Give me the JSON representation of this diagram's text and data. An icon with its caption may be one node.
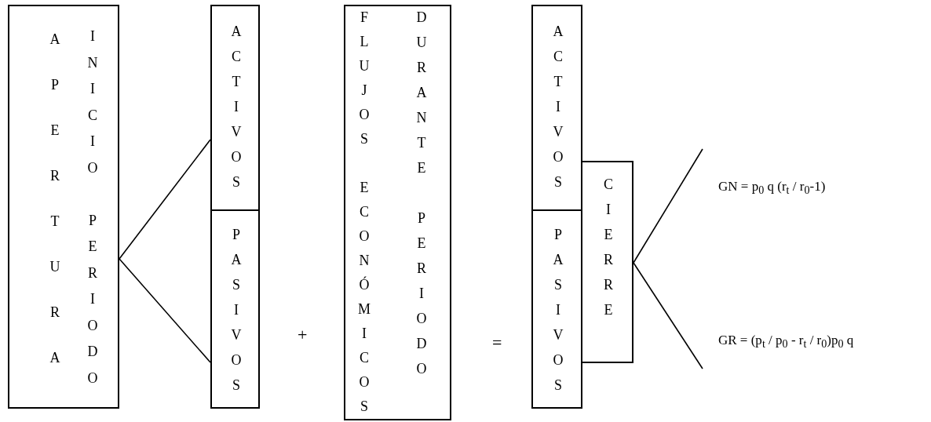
{
  "diagram": {
    "nodes": [
      {
        "text": [
          "APERTURA",
          "INICIO PERIODO"
        ]
      },
      {
        "text": [
          "ACTIVOS"
        ]
      },
      {
        "text": [
          "PASIVOS"
        ]
      },
      {
        "text": [
          "FLUJOS ECONÓMICOS",
          "DURANTE PERIODO"
        ]
      },
      {
        "text": [
          "ACTIVOS"
        ]
      },
      {
        "text": [
          "PASIVOS"
        ]
      },
      {
        "text": [
          "CIERRE"
        ]
      },
      {
        "text": [
          "GN = p$_{0}$ q (r$_{t}$ / r$_{0}$-1)"
        ]
      },
      {
        "text": [
          "GR = (p$_{t}$ / p$_{0}$ - r$_{t}$ / r$_{0}$)p$_{0}$ q"
        ]
      }
    ],
    "edges": [
      {
        "from": 0,
        "to": 1,
        "arrow": "none"
      },
      {
        "from": 0,
        "to": 2,
        "arrow": "none"
      },
      {
        "from": 6,
        "to": 7,
        "arrow": "none"
      },
      {
        "from": 6,
        "to": 8,
        "arrow": "none"
      }
    ],
    "labels": [
      "+",
      "="
    ]
  }
}
